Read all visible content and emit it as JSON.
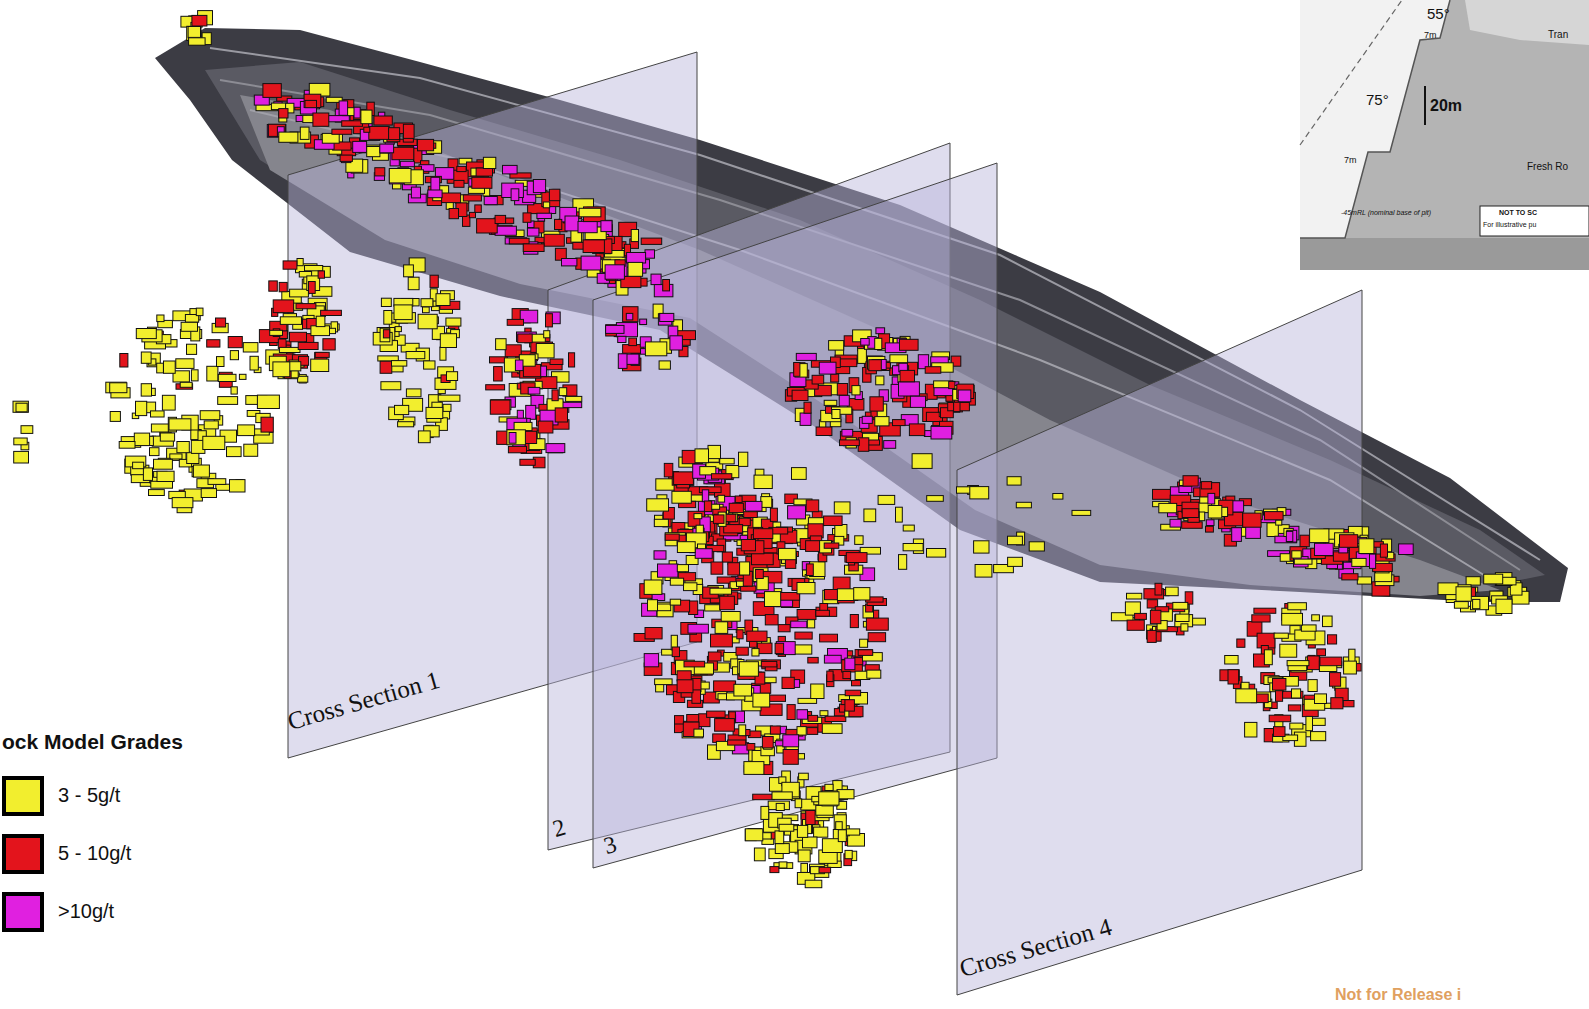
{
  "diagram": {
    "labels": [
      "Cross Section 1",
      "2",
      "3",
      "Cross Section 4",
      "ock Model Grades",
      "55°",
      "7m",
      "Tran",
      "75°",
      "20m",
      "Fresh Ro",
      "7m",
      "-45mRL (nominal base of pit)",
      "NOT TO SC",
      "For illustrative pu",
      "Not for Release i"
    ],
    "legend": [
      {
        "text": "3 - 5g/t",
        "color": "#f2ee2e"
      },
      {
        "text": "5 - 10g/t",
        "color": "#e3141c"
      },
      {
        "text": ">10g/t",
        "color": "#e020e0"
      }
    ]
  }
}
